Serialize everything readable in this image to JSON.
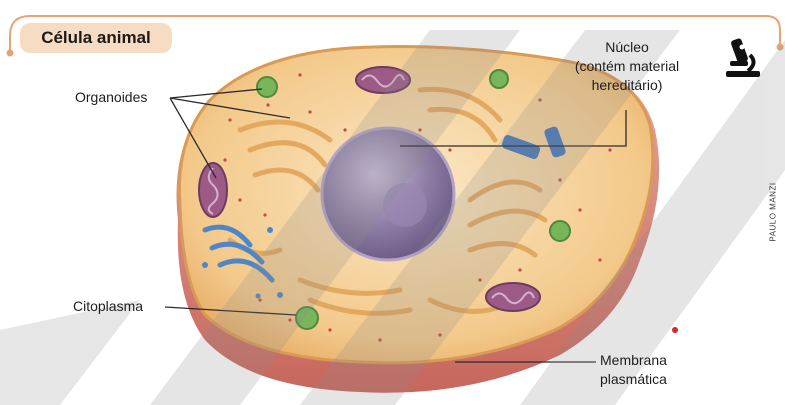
{
  "title": "Célula animal",
  "labels": {
    "organoides": "Organoides",
    "nucleo_line1": "Núcleo",
    "nucleo_line2": "(contém material",
    "nucleo_line3": "hereditário)",
    "citoplasma": "Citoplasma",
    "membrana_line1": "Membrana",
    "membrana_line2": "plasmática"
  },
  "credit": "PAULO MANZI",
  "icons": {
    "microscope": "microscope-icon"
  },
  "colors": {
    "frame_orange": "#e6a473",
    "title_bg": "#f6dcc2",
    "cytoplasm": "#f3c98a",
    "membrane": "#d98a80",
    "nucleus": "#8f7fa6",
    "golgi": "#4f86c6",
    "mitochondria": "#8b4f7a",
    "vacuole": "#78b55b"
  }
}
